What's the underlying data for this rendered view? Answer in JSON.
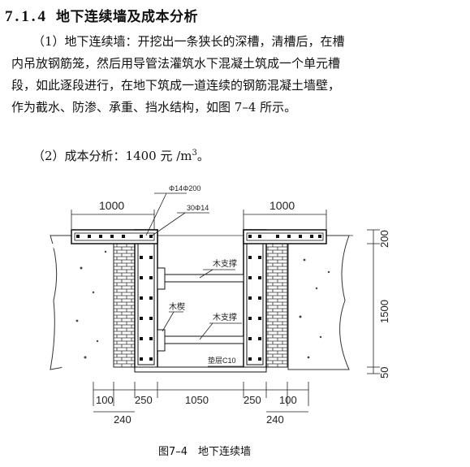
{
  "section": {
    "number": "7.1.4",
    "title": "地下连续墙及成本分析"
  },
  "paragraphs": {
    "p1_lines": [
      "（1）地下连续墙：开挖出一条狭长的深槽，清槽后，在槽",
      "内吊放钢筋笼，然后用导管法灌筑水下混凝土筑成一个单元槽",
      "段，如此逐段进行，在地下筑成一道连续的钢筋混凝土墙壁，",
      "作为截水、防渗、承重、挡水结构，如图 7–4 所示。"
    ],
    "p2_prefix": "（2）成本分析：1400 元 /m",
    "p2_sup": "3",
    "p2_suffix": "。"
  },
  "figure": {
    "dim_top_left": "1000",
    "dim_top_right": "1000",
    "label_rebar_main": "Φ14Φ200",
    "label_rebar_dist": "30Φ14",
    "label_strut_upper": "木支撑",
    "label_wedge": "木楔",
    "label_strut_lower": "木支撑",
    "label_cushion": "垫层C10",
    "dim_right_top": "200",
    "dim_right_mid": "1500",
    "dim_right_bot": "50",
    "dim_bottom": [
      "100",
      "250",
      "1050",
      "250",
      "100"
    ],
    "dim_bottom_sub_left": "240",
    "dim_bottom_sub_right": "240",
    "caption": "图7–4　地下连续墙"
  }
}
